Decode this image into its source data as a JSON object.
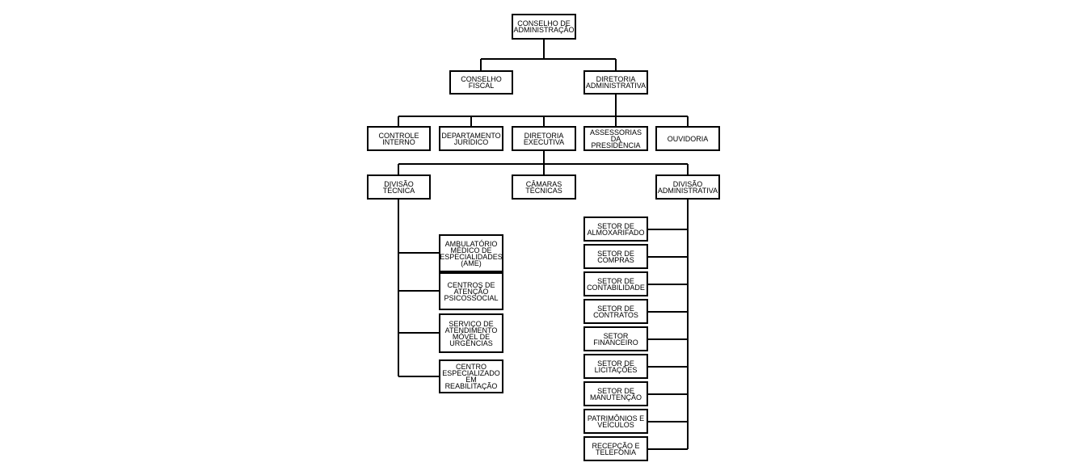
{
  "nodes": {
    "conselho_administracao": "CONSELHO DE\nADMINISTRAÇÃO",
    "conselho_fiscal": "CONSELHO\nFISCAL",
    "diretoria_administrativa": "DIRETORIA\nADMINISTRATIVA",
    "controle_interno": "CONTROLE\nINTERNO",
    "departamento_juridico": "DEPARTAMENTO\nJURÍDICO",
    "diretoria_executiva": "DIRETORIA\nEXECUTIVA",
    "assessorias_presidencia": "ASSESSORIAS DA\nPRESIDÊNCIA",
    "ouvidoria": "OUVIDORIA",
    "divisao_tecnica": "DIVISÃO\nTÉCNICA",
    "camaras_tecnicas": "CÂMARAS\nTÉCNICAS",
    "divisao_administrativa": "DIVISÃO\nADMINISTRATIVA",
    "ame": "AMBULATÓRIO\nMÉDICO DE\nESPECIALIDADES\n(AME)",
    "caps": "CENTROS DE\nATENÇÃO\nPSICOSSOCIAL",
    "samu": "SERVIÇO DE\nATENDIMENTO\nMÓVEL DE\nURGÊNCIAS",
    "cer": "CENTRO\nESPECIALIZADO\nEM REABILITAÇÃO",
    "almoxarifado": "SETOR DE\nALMOXARIFADO",
    "compras": "SETOR DE\nCOMPRAS",
    "contabilidade": "SETOR DE\nCONTABILIDADE",
    "contratos": "SETOR DE\nCONTRATOS",
    "financeiro": "SETOR\nFINANCEIRO",
    "licitacoes": "SETOR DE\nLICITAÇÕES",
    "manutencao": "SETOR DE\nMANUTENÇÃO",
    "patrimonios": "PATRIMÔNIOS E\nVEÍCULOS",
    "recepcao": "RECEPÇÃO E\nTELEFONIA"
  }
}
